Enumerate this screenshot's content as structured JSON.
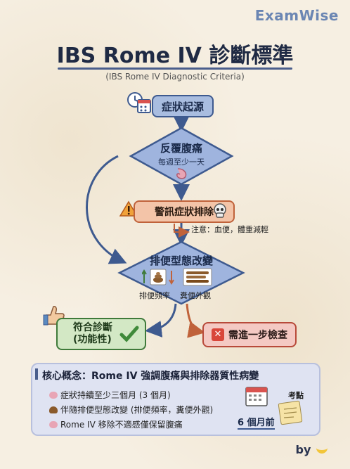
{
  "brand": "ExamWise",
  "title": "IBS Rome IV 診斷標準",
  "subtitle": "(IBS Rome IV Diagnostic Criteria)",
  "flow": {
    "start": "症狀起源",
    "pain": {
      "label": "反覆腹痛",
      "sub": "每週至少一天"
    },
    "alarm": "警訊症狀排除",
    "alarm_note": "注意：血便，體重減輕",
    "bowel": {
      "label": "排便型態改變",
      "freq": "排便頻率",
      "form": "糞便外觀"
    },
    "confirm": {
      "line1": "符合診斷",
      "line2": "(功能性)"
    },
    "further": "需進一步檢查"
  },
  "core": {
    "title": "核心概念：Rome IV 強調腹痛與排除器質性病變",
    "points": [
      "症狀持續至少三個月 (3 個月)",
      "伴隨排便型態改變 (排便頻率，糞便外觀)",
      "Rome IV 移除不適感僅保留腹痛"
    ],
    "exam_label": "考點",
    "onset_label": "6 個月前"
  },
  "by_label": "by",
  "colors": {
    "navy": "#3e5a8f",
    "diamond": "#9fb4de",
    "red": "#c0623a",
    "green": "#3f7a3a"
  },
  "icons": [
    "calendar-clock-icon",
    "stomach-icon",
    "warning-icon",
    "skull-icon",
    "poop-icon",
    "stool-chart-icon",
    "thumbs-up-icon",
    "check-icon",
    "x-icon",
    "calendar-icon",
    "notes-icon",
    "banana-icon"
  ]
}
